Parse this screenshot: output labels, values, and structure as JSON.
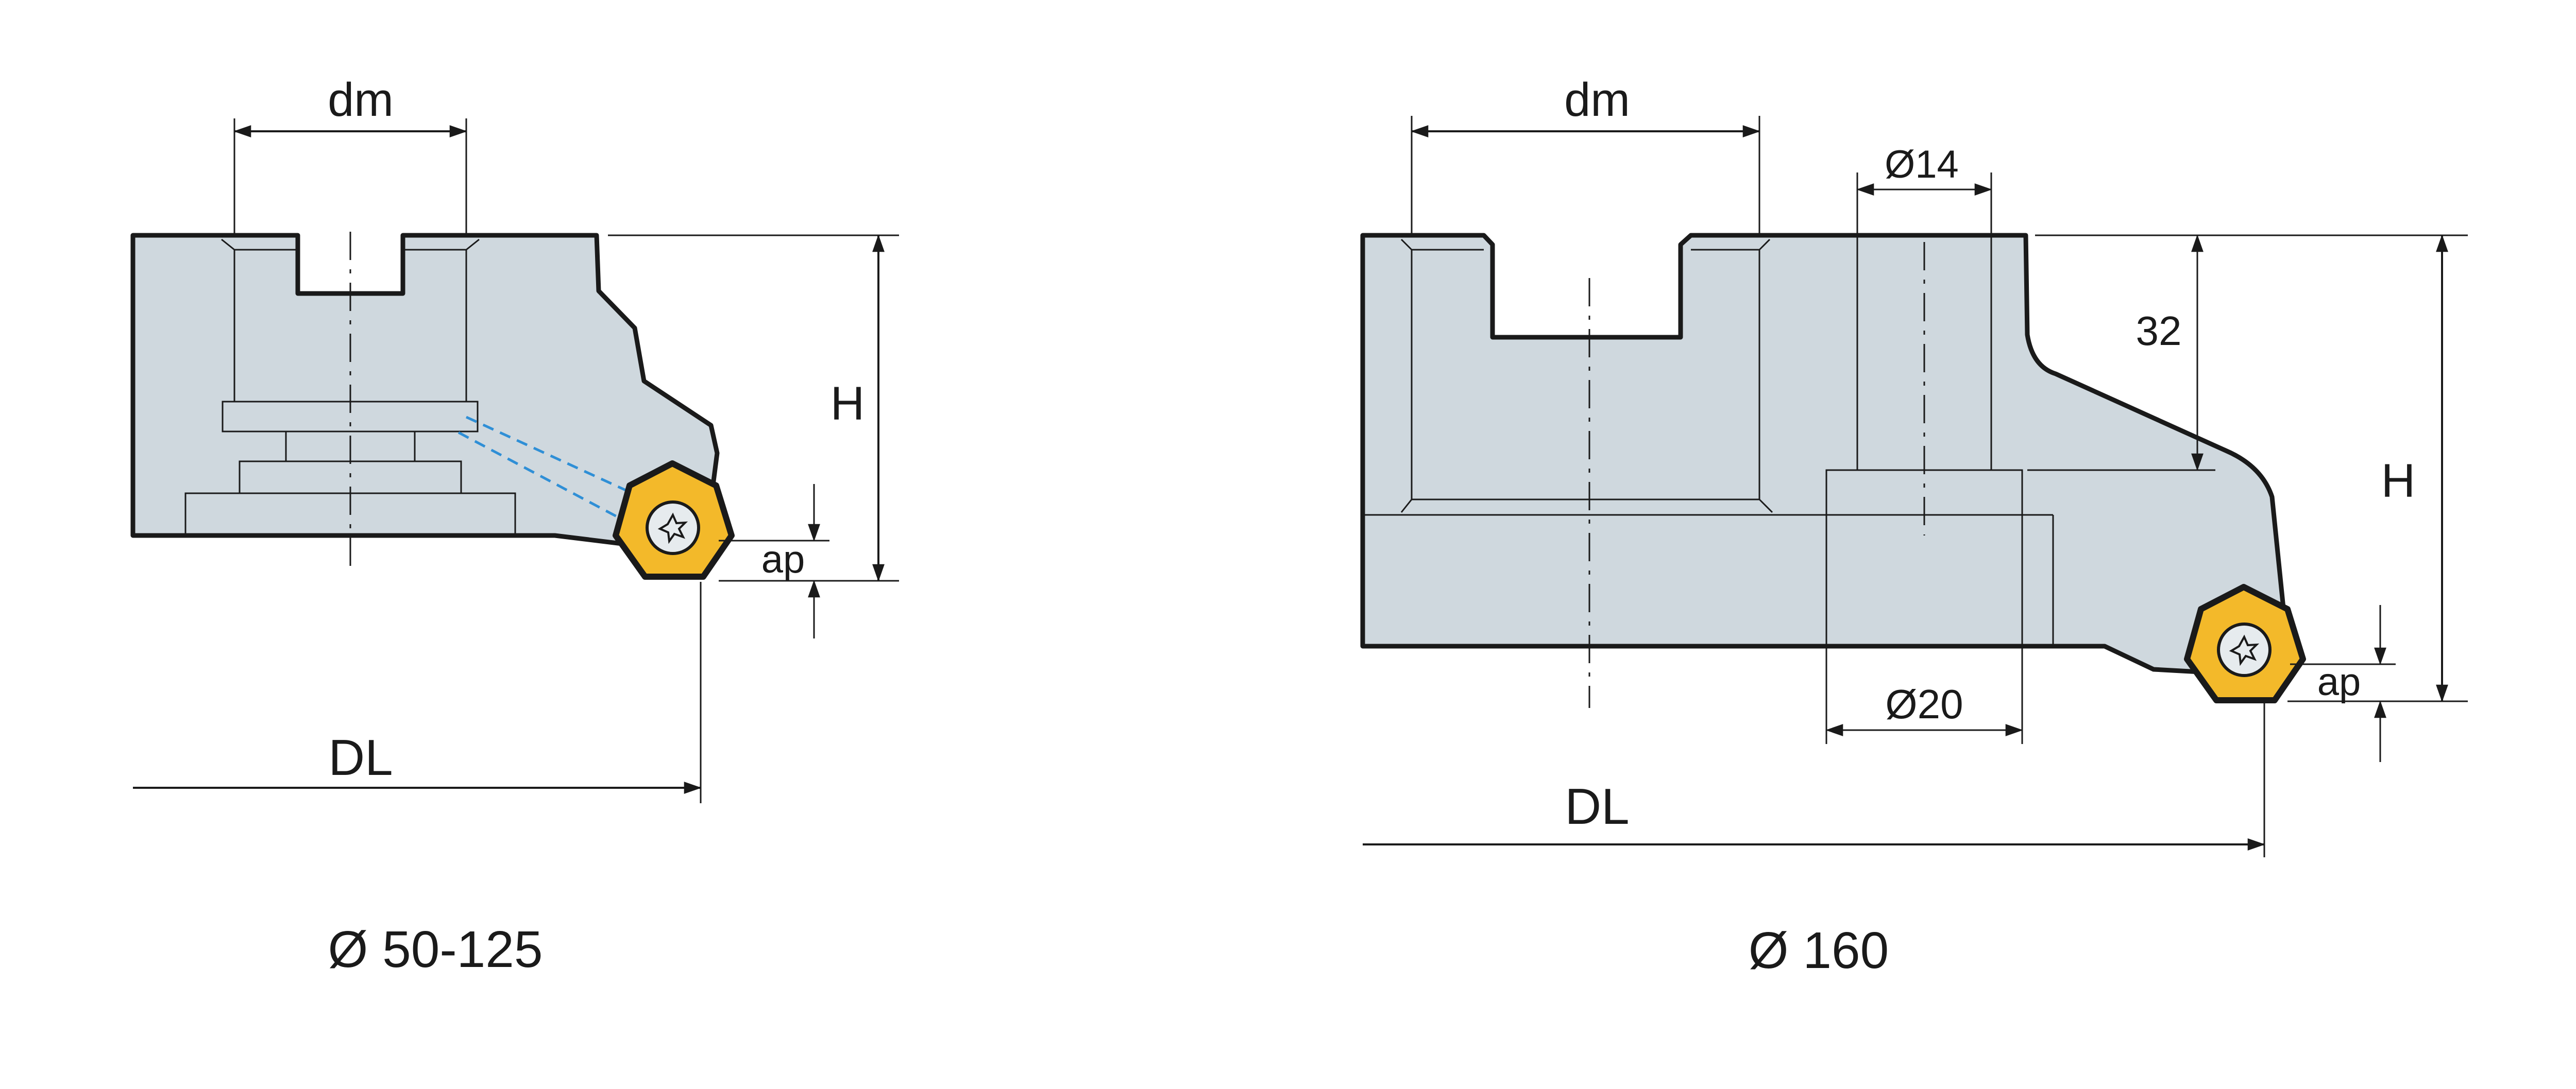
{
  "colors": {
    "body_fill": "#cfd8de",
    "outline": "#1a1a1a",
    "insert_fill": "#f3b92a",
    "screw_fill": "#e6ebee",
    "coolant_line": "#2f8fd6"
  },
  "left_drawing": {
    "dm_label": "dm",
    "h_label": "H",
    "ap_label": "ap",
    "dl_label": "DL",
    "caption": "Ø 50-125"
  },
  "right_drawing": {
    "dm_label": "dm",
    "bore_top_label": "Ø14",
    "depth_label": "32",
    "bore_bottom_label": "Ø20",
    "h_label": "H",
    "ap_label": "ap",
    "dl_label": "DL",
    "caption": "Ø 160"
  },
  "icons": {
    "insert": "heptagon-insert-icon",
    "screw": "torx-screw-icon"
  }
}
